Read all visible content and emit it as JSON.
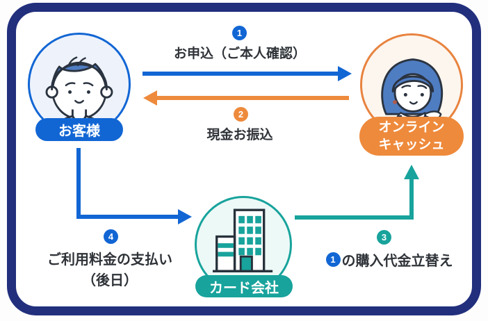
{
  "diagram": {
    "entities": {
      "customer": {
        "label": "お客様",
        "color": "#1266d4",
        "icon": "man-avatar-icon"
      },
      "online_cash": {
        "label_line1": "オンライン",
        "label_line2": "キャッシュ",
        "color": "#ee8a3c",
        "icon": "woman-avatar-icon"
      },
      "card_company": {
        "label": "カード会社",
        "color": "#18a39c",
        "icon": "building-icon"
      }
    },
    "steps": {
      "step1": {
        "number": "1",
        "label": "お申込（ご本人確認）",
        "color": "#1266d4",
        "arrow": "customer → online_cash"
      },
      "step2": {
        "number": "2",
        "label": "現金お振込",
        "color": "#ee8a3c",
        "arrow": "online_cash → customer"
      },
      "step3": {
        "number": "3",
        "inline_badge_number": "1",
        "label": "の購入代金立替え",
        "color": "#18a39c",
        "arrow": "card_company → online_cash"
      },
      "step4": {
        "number": "4",
        "label_line1": "ご利用料金の支払い",
        "label_line2": "（後日）",
        "color": "#1266d4",
        "arrow": "customer → card_company"
      }
    },
    "colors": {
      "frame": "#222f7d",
      "blue": "#1266d4",
      "orange": "#ee8a3c",
      "teal": "#18a39c",
      "text": "#2f3338",
      "background": "#ffffff"
    }
  }
}
